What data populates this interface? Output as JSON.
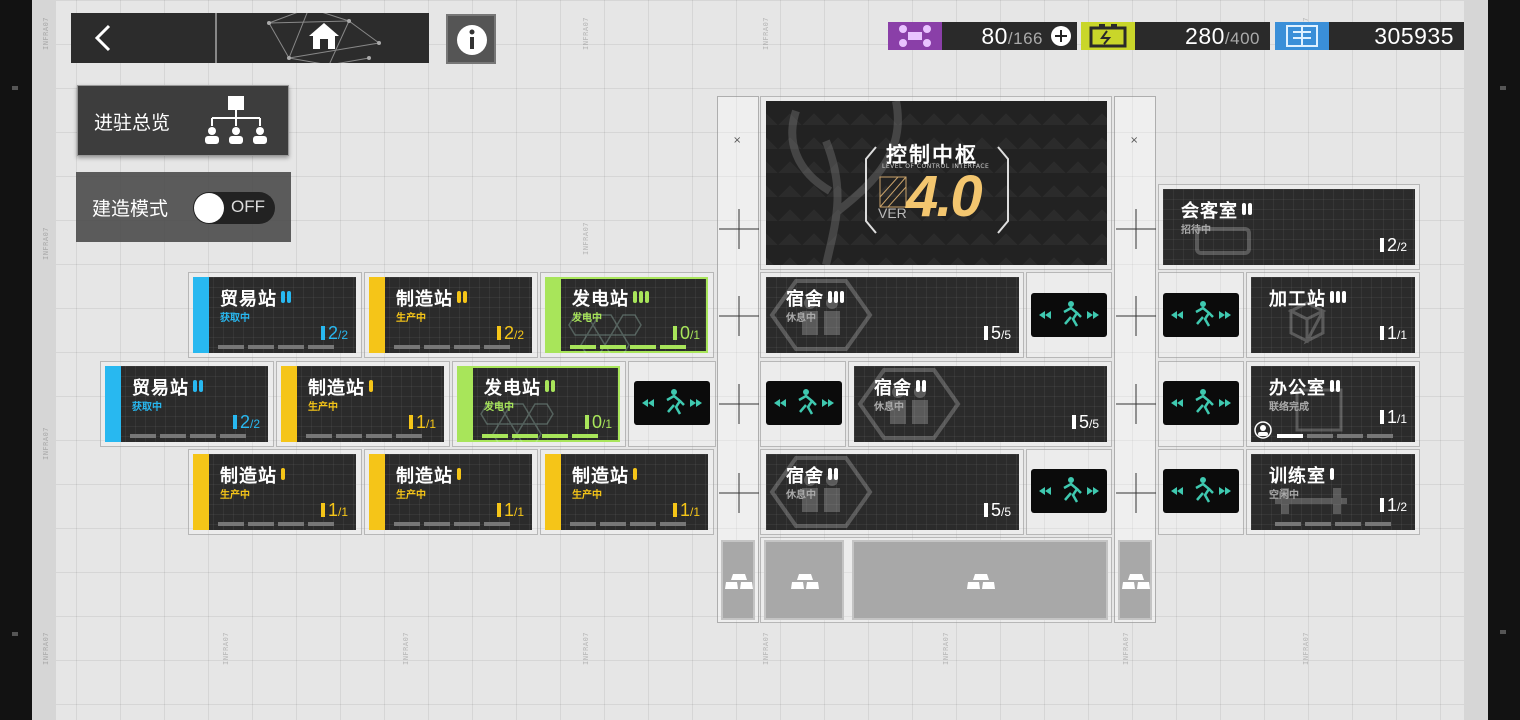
{
  "resources": {
    "drone": {
      "value": "80",
      "max": "/166",
      "color": "#8a3fa8",
      "icon": "drone-icon"
    },
    "power": {
      "value": "280",
      "max": "/400",
      "color": "#c9d62a",
      "icon": "battery-icon"
    },
    "lmd": {
      "value": "305935",
      "color": "#3a8fd8",
      "icon": "lmd-currency-icon"
    }
  },
  "panels": {
    "overview_label": "进驻总览",
    "build_mode_label": "建造模式",
    "build_mode_state": "OFF"
  },
  "control_center": {
    "title": "控制中枢",
    "subtitle": "LEVEL OF CONTROL INTERFACE",
    "ver": "VER",
    "level": "4.0"
  },
  "rooms": {
    "trade1": {
      "name": "贸易站",
      "status": "获取中",
      "count": "2",
      "max": "/2"
    },
    "mfg1": {
      "name": "制造站",
      "status": "生产中",
      "count": "2",
      "max": "/2"
    },
    "power1": {
      "name": "发电站",
      "status": "发电中",
      "count": "0",
      "max": "/1"
    },
    "trade2": {
      "name": "贸易站",
      "status": "获取中",
      "count": "2",
      "max": "/2"
    },
    "mfg2": {
      "name": "制造站",
      "status": "生产中",
      "count": "1",
      "max": "/1"
    },
    "power2": {
      "name": "发电站",
      "status": "发电中",
      "count": "0",
      "max": "/1"
    },
    "mfg3": {
      "name": "制造站",
      "status": "生产中",
      "count": "1",
      "max": "/1"
    },
    "mfg4": {
      "name": "制造站",
      "status": "生产中",
      "count": "1",
      "max": "/1"
    },
    "mfg5": {
      "name": "制造站",
      "status": "生产中",
      "count": "1",
      "max": "/1"
    },
    "dorm1": {
      "name": "宿舍",
      "status": "休息中",
      "count": "5",
      "max": "/5"
    },
    "dorm2": {
      "name": "宿舍",
      "status": "休息中",
      "count": "5",
      "max": "/5"
    },
    "dorm3": {
      "name": "宿舍",
      "status": "休息中",
      "count": "5",
      "max": "/5"
    },
    "reception": {
      "name": "会客室",
      "status": "招待中",
      "count": "2",
      "max": "/2"
    },
    "workshop": {
      "name": "加工站",
      "status": "",
      "count": "1",
      "max": "/1"
    },
    "office": {
      "name": "办公室",
      "status": "联络完成",
      "count": "1",
      "max": "/1"
    },
    "training": {
      "name": "训练室",
      "status": "空闲中",
      "count": "1",
      "max": "/2"
    }
  },
  "colors": {
    "trade": "#28b8f0",
    "manufacture": "#f5c518",
    "power": "#a8e55a",
    "dorm": "#ffffff",
    "corridor_icon": "#3fc9b0"
  },
  "watermark": "INFRA07"
}
